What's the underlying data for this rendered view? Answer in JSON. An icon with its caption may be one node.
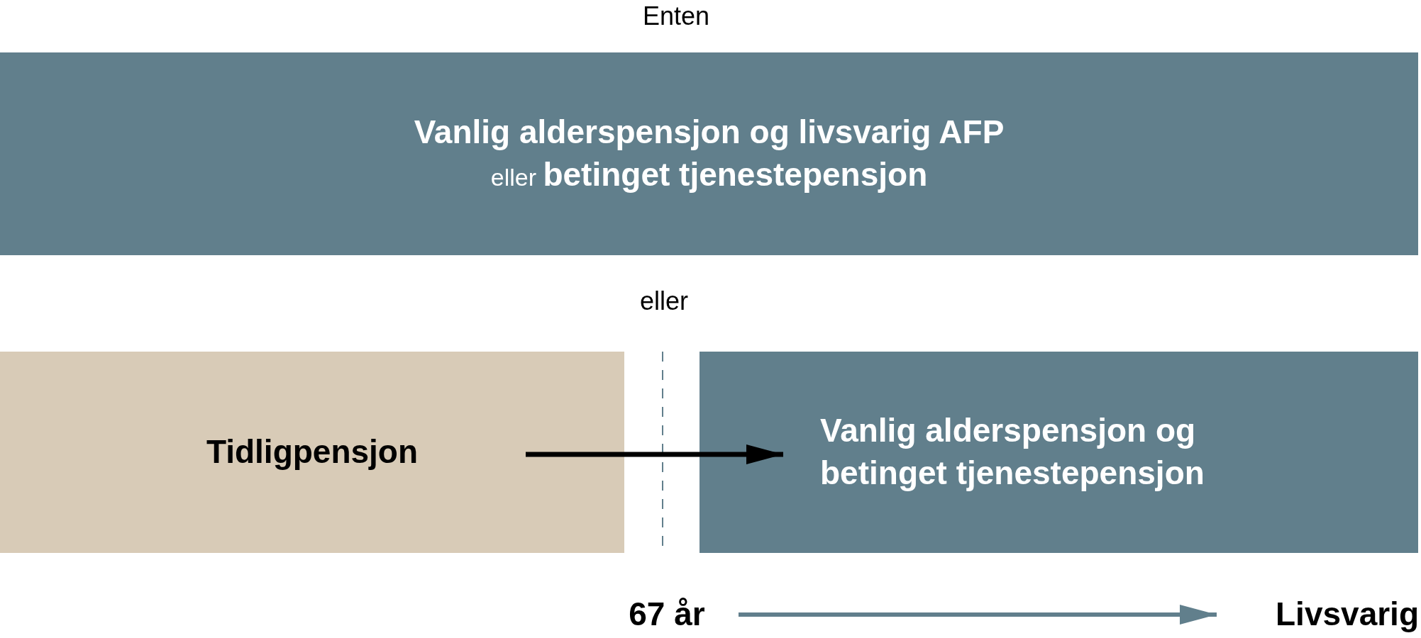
{
  "diagram": {
    "nodes": [
      {
        "text": [
          "Vanlig alderspensjon og livsvarig AFP",
          "eller **betinget tjenestepensjon**"
        ]
      },
      {
        "text": [
          "Tidligpensjon"
        ]
      },
      {
        "text": [
          "Vanlig alderspensjon og betinget tjenestepensjon"
        ]
      },
      {
        "text": [
          "67 år"
        ]
      },
      {
        "text": [
          "Livsvarig"
        ]
      }
    ],
    "edges": [
      {
        "from": 1,
        "to": 2,
        "arrow": "to"
      },
      {
        "from": 3,
        "to": 4,
        "arrow": "to",
        "color": "#617f8c"
      }
    ],
    "labels": [
      "Enten",
      "eller"
    ]
  }
}
